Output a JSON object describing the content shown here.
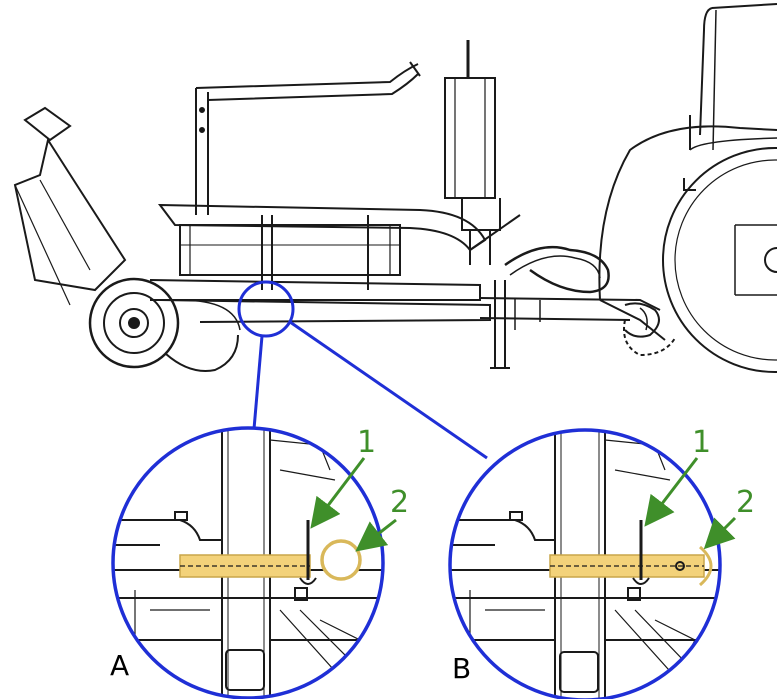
{
  "callouts": {
    "a_one": "1",
    "a_two": "2",
    "b_one": "1",
    "b_two": "2"
  },
  "views": {
    "a": "A",
    "b": "B"
  },
  "colors": {
    "line_art": "#1a1a1a",
    "magnifier": "#1f2fd6",
    "callout_arrow": "#3f8f2a",
    "highlight_pin": "#f3d27a"
  }
}
